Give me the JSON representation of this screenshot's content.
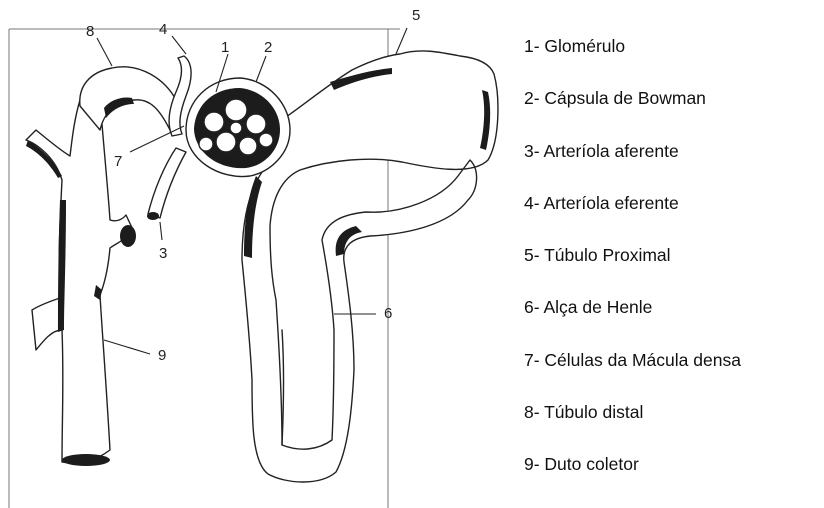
{
  "diagram": {
    "callouts": [
      "1",
      "2",
      "3",
      "4",
      "5",
      "6",
      "7",
      "8",
      "9"
    ]
  },
  "legend": [
    "1- Glomérulo",
    "2- Cápsula de Bowman",
    "3- Arteríola aferente",
    "4- Arteríola eferente",
    "5- Túbulo Proximal",
    "6- Alça de Henle",
    "7- Células da Mácula densa",
    "8- Túbulo distal",
    "9- Duto coletor"
  ]
}
